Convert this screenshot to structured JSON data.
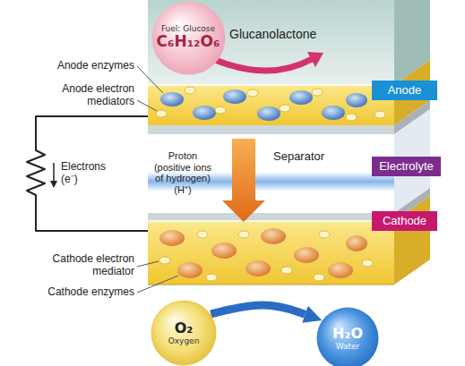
{
  "diagram": {
    "nodes": [
      {
        "text": [
          "Fuel: Glucose",
          "C₆H₁₂O₆"
        ]
      },
      {
        "text": [
          "Anode"
        ]
      },
      {
        "text": [
          "Electrolyte"
        ]
      },
      {
        "text": [
          "Cathode"
        ]
      },
      {
        "text": [
          "O₂",
          "Oxygen"
        ]
      },
      {
        "text": [
          "H₂O",
          "Water"
        ]
      }
    ],
    "edges": [
      {
        "from": 4,
        "to": 5,
        "arrow": "to"
      }
    ],
    "labels": [
      "Glucanolactone",
      "Anode enzymes",
      "Anode electron mediators",
      "Electrons (e⁻)",
      "Proton (positive ions of hydrogen) (H⁺)",
      "Separator",
      "Cathode electron mediator",
      "Cathode enzymes"
    ]
  }
}
